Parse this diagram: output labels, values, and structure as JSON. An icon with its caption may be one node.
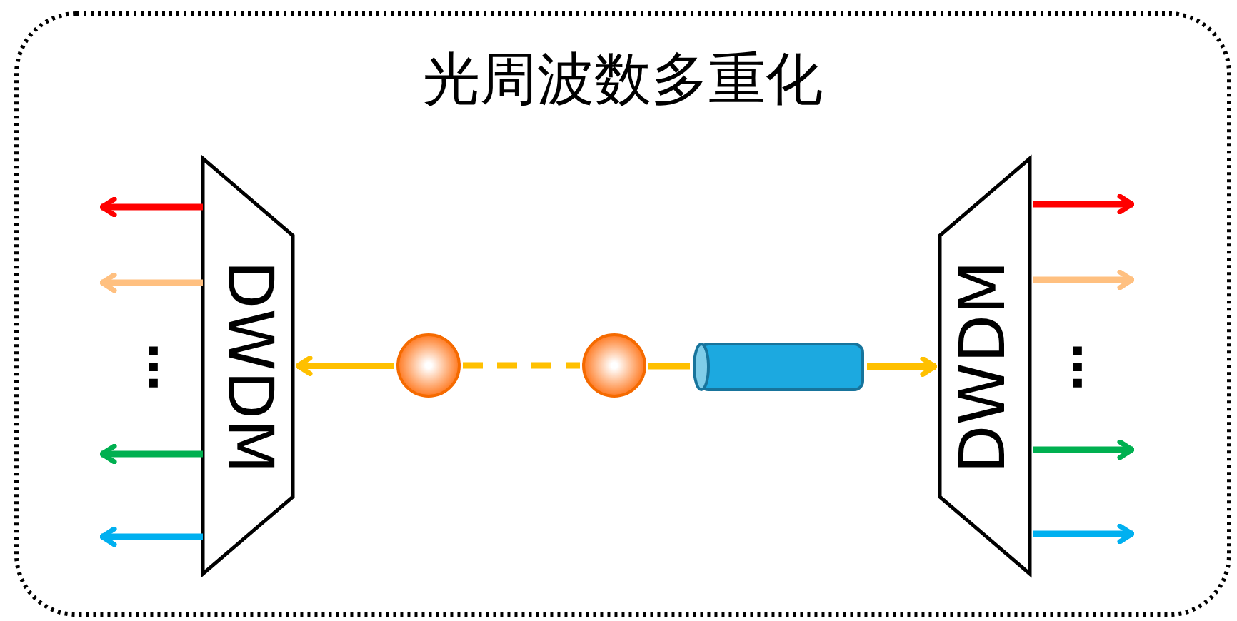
{
  "diagram": {
    "nodes": [
      {
        "text": [
          "光周波数多重化"
        ]
      },
      {
        "text": [
          "DWDM"
        ],
        "beside": [
          "…"
        ],
        "in": 0
      },
      {
        "text": [
          "DWDM"
        ],
        "beside": [
          "…"
        ],
        "in": 0
      },
      {
        "text": [],
        "shape": "circle",
        "in": 0
      },
      {
        "text": [],
        "shape": "circle",
        "in": 0
      },
      {
        "text": [],
        "shape": "cylinder",
        "in": 0
      }
    ],
    "edges": [
      {
        "from": 3,
        "to": 1,
        "arrow": "to",
        "color": "#ffc000"
      },
      {
        "from": 3,
        "to": 4,
        "arrow": "none",
        "style": "dashed",
        "color": "#ffc000"
      },
      {
        "from": 4,
        "to": 5,
        "arrow": "none",
        "color": "#ffc000"
      },
      {
        "from": 5,
        "to": 2,
        "arrow": "to",
        "color": "#ffc000"
      },
      {
        "from": 1,
        "to": null,
        "arrow": "to",
        "color": "#ff0000"
      },
      {
        "from": 1,
        "to": null,
        "arrow": "to",
        "color": "#ffc080"
      },
      {
        "from": 1,
        "to": null,
        "arrow": "to",
        "color": "#00b050"
      },
      {
        "from": 1,
        "to": null,
        "arrow": "to",
        "color": "#00b0f0"
      },
      {
        "from": 2,
        "to": null,
        "arrow": "to",
        "color": "#ff0000"
      },
      {
        "from": 2,
        "to": null,
        "arrow": "to",
        "color": "#ffc080"
      },
      {
        "from": 2,
        "to": null,
        "arrow": "to",
        "color": "#00b050"
      },
      {
        "from": 2,
        "to": null,
        "arrow": "to",
        "color": "#00b0f0"
      }
    ]
  }
}
